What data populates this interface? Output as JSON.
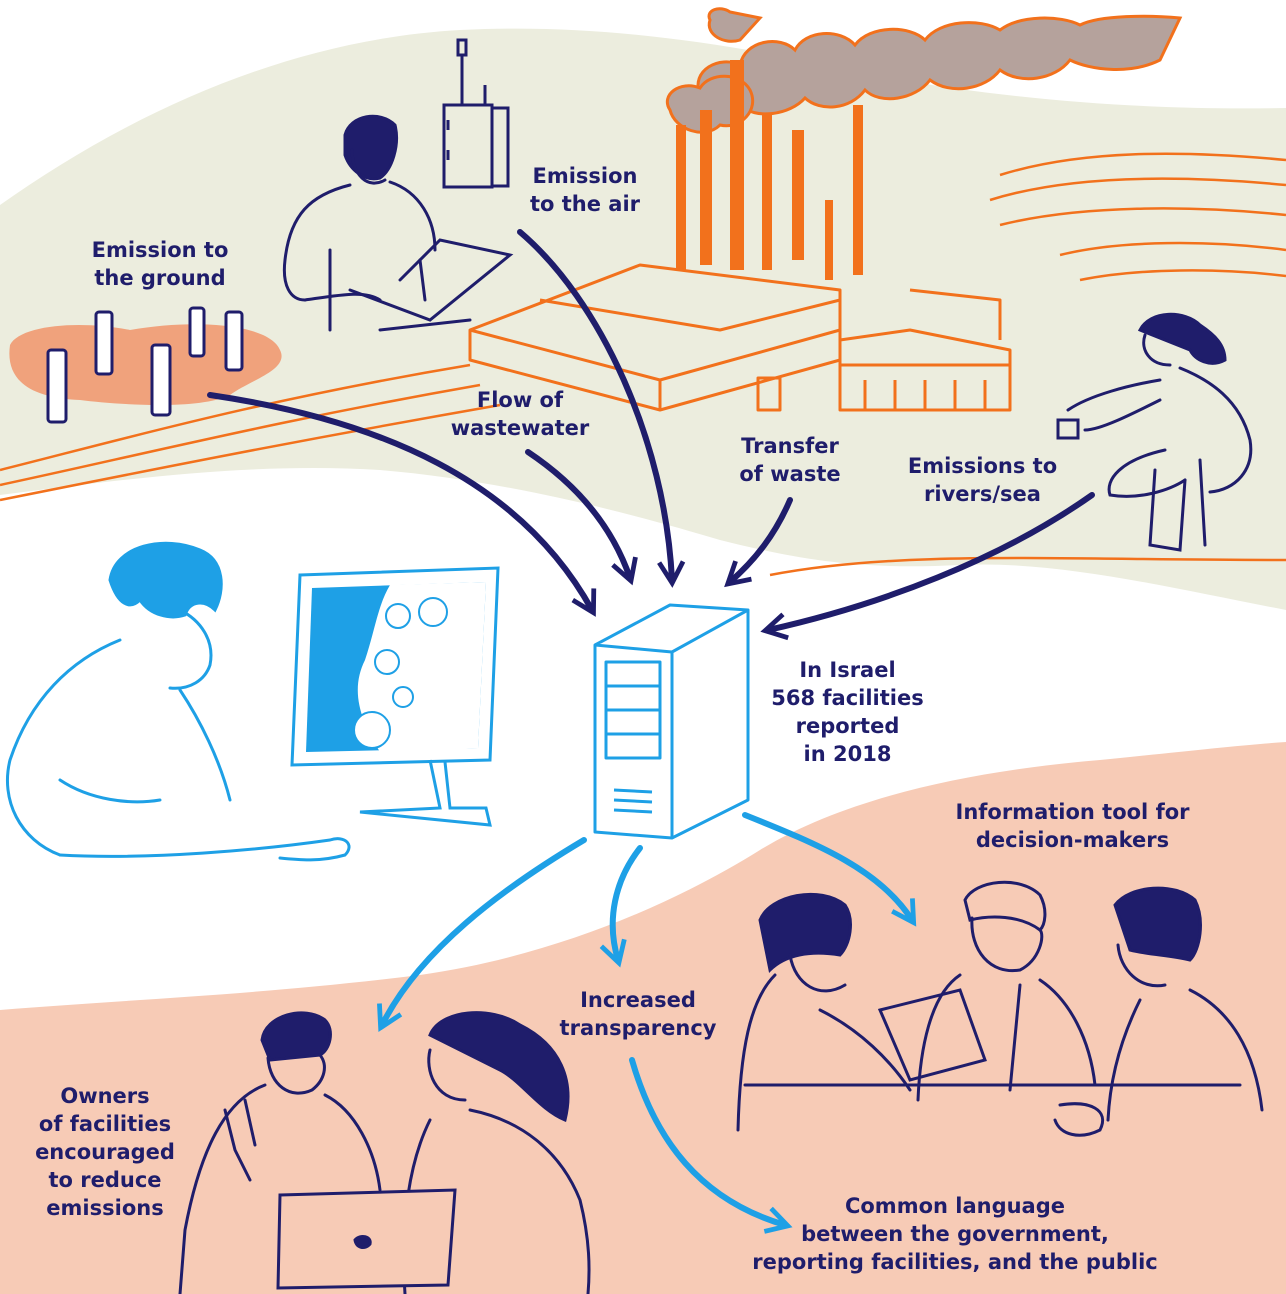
{
  "colors": {
    "navy": "#1f1d6b",
    "sky_blue": "#1ea0e6",
    "orange": "#f2711c",
    "beige_band": "#ecedde",
    "salmon_band": "#f7cbb6",
    "salmon_pool": "#f0a27c",
    "smoke": "#b5a29c"
  },
  "icons": {
    "server": "server-tower-icon",
    "monitor": "computer-monitor-icon",
    "factory": "factory-icon",
    "laptop": "laptop-icon",
    "sampler": "air-sampler-icon",
    "wells": "monitoring-wells-icon"
  },
  "labels": {
    "emission_ground": [
      "Emission to",
      "the ground"
    ],
    "emission_air": [
      "Emission",
      "to the air"
    ],
    "flow_wastewater": [
      "Flow of",
      "wastewater"
    ],
    "transfer_waste": [
      "Transfer",
      "of waste"
    ],
    "emissions_rivers": [
      "Emissions to",
      "rivers/sea"
    ],
    "israel_stat": [
      "In Israel",
      "568 facilities",
      "reported",
      "in 2018"
    ],
    "info_tool": [
      "Information tool for",
      "decision-makers"
    ],
    "transparency": [
      "Increased",
      "transparency"
    ],
    "owners": [
      "Owners",
      "of facilities",
      "encouraged",
      "to reduce",
      "emissions"
    ],
    "common_language": [
      "Common language",
      "between the government,",
      "reporting facilities, and the public"
    ]
  }
}
